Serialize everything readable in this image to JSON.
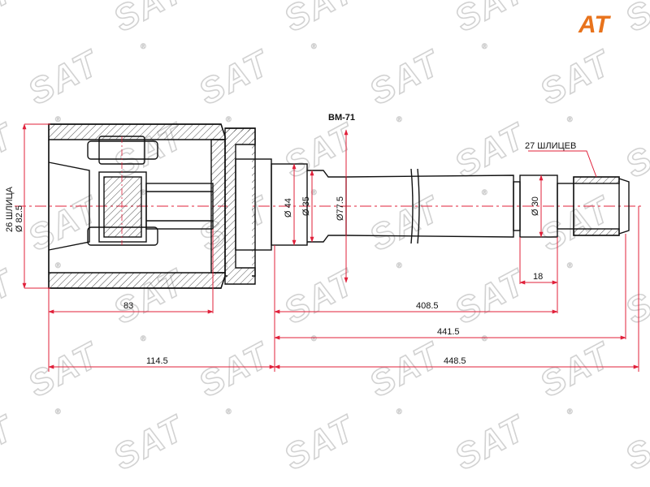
{
  "part_code": "BM-71",
  "spline_note_outer": "27 ШЛИЦЕВ",
  "spline_note_inner": "26 ШЛИЦА",
  "diameters": {
    "housing": "Ø 82.5",
    "d44": "Ø 44",
    "d35": "Ø 35",
    "d77": "Ø77.5",
    "d30": "Ø 30"
  },
  "lengths": {
    "l83": "83",
    "l18": "18",
    "l408": "408.5",
    "l441": "441.5",
    "l114": "114.5",
    "l448": "448.5"
  },
  "watermark": {
    "text": "SAT",
    "reg": "®"
  },
  "logo": {
    "text": "AT",
    "color": "#e8731c"
  },
  "colors": {
    "dimension": "#e0203a",
    "outline": "#111111",
    "watermark": "#d2d2d2"
  }
}
